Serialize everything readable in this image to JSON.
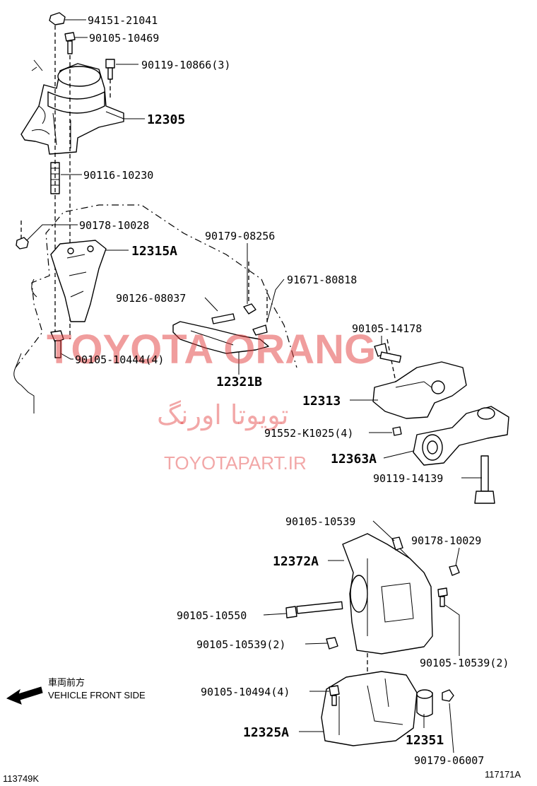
{
  "labels": {
    "p94151_21041": "94151-21041",
    "p90105_10469": "90105-10469",
    "p90119_10866": "90119-10866(3)",
    "p12305": "12305",
    "p90116_10230": "90116-10230",
    "p90178_10028": "90178-10028",
    "p12315A": "12315A",
    "p90179_08256": "90179-08256",
    "p91671_80818": "91671-80818",
    "p90126_08037": "90126-08037",
    "p90105_10444": "90105-10444(4)",
    "p12321B": "12321B",
    "p90105_14178": "90105-14178",
    "p12313": "12313",
    "p91552_K1025": "91552-K1025(4)",
    "p12363A": "12363A",
    "p90119_14139": "90119-14139",
    "p90105_10539_top": "90105-10539",
    "p90178_10029": "90178-10029",
    "p12372A": "12372A",
    "p90105_10550": "90105-10550",
    "p90105_10539_left": "90105-10539(2)",
    "p90105_10539_right": "90105-10539(2)",
    "p90105_10494": "90105-10494(4)",
    "p12351": "12351",
    "p12325A": "12325A",
    "p90179_06007": "90179-06007"
  },
  "front_side": {
    "jp": "車両前方",
    "en": "VEHICLE FRONT SIDE"
  },
  "codes": {
    "left": "113749K",
    "right": "117171A"
  },
  "watermark": {
    "main": "TOYOTA ORANG",
    "persian": "تویوتا اورنگ",
    "url": "TOYOTAPART.IR"
  },
  "colors": {
    "line": "#000000",
    "watermark": "#e23b3b"
  }
}
